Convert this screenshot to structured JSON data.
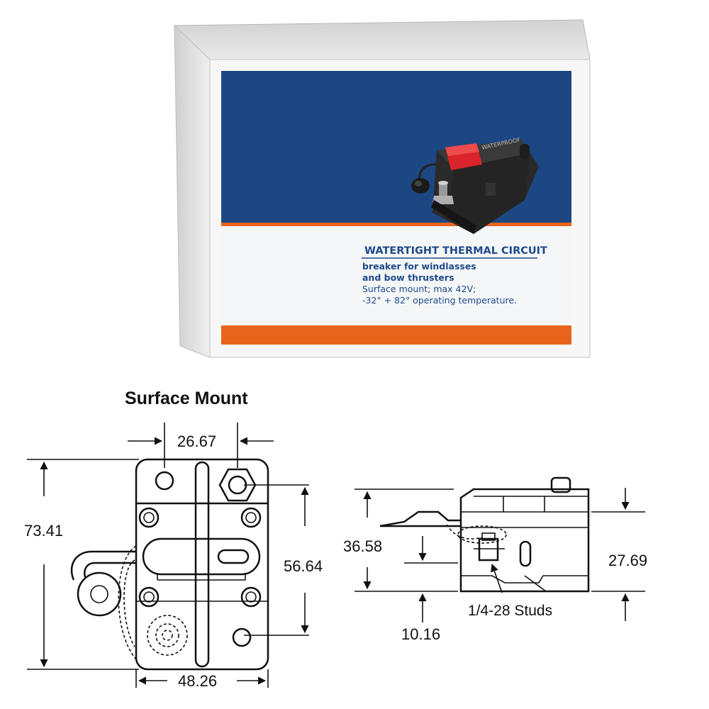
{
  "package": {
    "title": "WATERTIGHT THERMAL CIRCUIT",
    "subtitle_line1": "breaker for windlasses",
    "subtitle_line2": "and bow thrusters",
    "spec_line1": "Surface mount; max 42V;",
    "spec_line2": "-32° + 82° operating temperature.",
    "product_label": "WATERPROOF",
    "colors": {
      "band_blue": "#1c4783",
      "stripe_orange": "#e8641b",
      "box_grey": "#dcdcdc",
      "product_red": "#d8242a"
    }
  },
  "drawing": {
    "title": "Surface Mount",
    "dimensions": {
      "top_width": "26.67",
      "overall_height": "73.41",
      "stud_spacing": "56.64",
      "bottom_width": "48.26",
      "side_total": "36.58",
      "side_body": "27.69",
      "side_base": "10.16"
    },
    "stud_label": "1/4-28 Studs"
  }
}
